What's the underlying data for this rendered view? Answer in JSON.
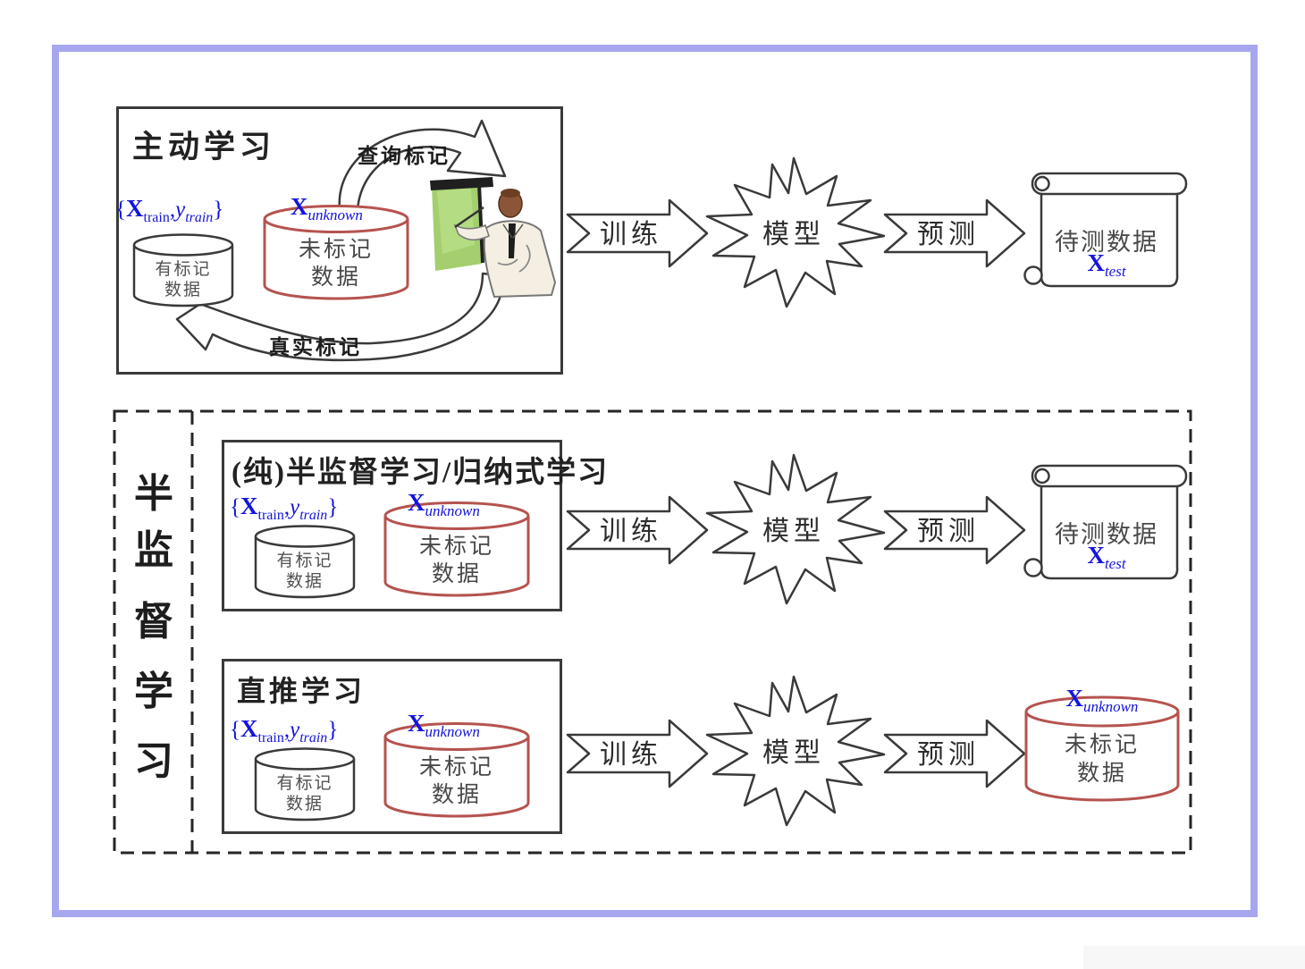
{
  "colors": {
    "accent_blue": "#1414dd",
    "cylinder_red": "#b5534f",
    "frame_purple": "#a7a7ef",
    "board_green": "#a3cf6e",
    "ink": "#2e2e2e"
  },
  "active_learning": {
    "title": "主动学习",
    "query_arrow_label": "查询标记",
    "true_arrow_label": "真实标记"
  },
  "semi_supervised": {
    "group_label_chars": [
      "半",
      "监",
      "督",
      "学",
      "习"
    ],
    "inductive_title_main": "(纯)半监督学习",
    "inductive_title_suffix": "/归纳式学习",
    "transductive_title": "直推学习"
  },
  "flow": {
    "train": "训练",
    "model": "模型",
    "predict": "预测"
  },
  "artifacts": {
    "labeled_cylinder": {
      "line1": "有标记",
      "line2": "数据"
    },
    "unlabeled_cylinder": {
      "line1": "未标记",
      "line2": "数据"
    },
    "test_scroll": {
      "title": "待测数据"
    }
  },
  "math": {
    "train_set": {
      "open": "{",
      "x": "X",
      "x_sub": "train",
      "comma": ",",
      "y": "y",
      "y_sub": "train",
      "close": "}"
    },
    "unknown_set": {
      "x": "X",
      "sub": "unknown"
    },
    "test_set": {
      "x": "X",
      "sub": "test"
    }
  }
}
